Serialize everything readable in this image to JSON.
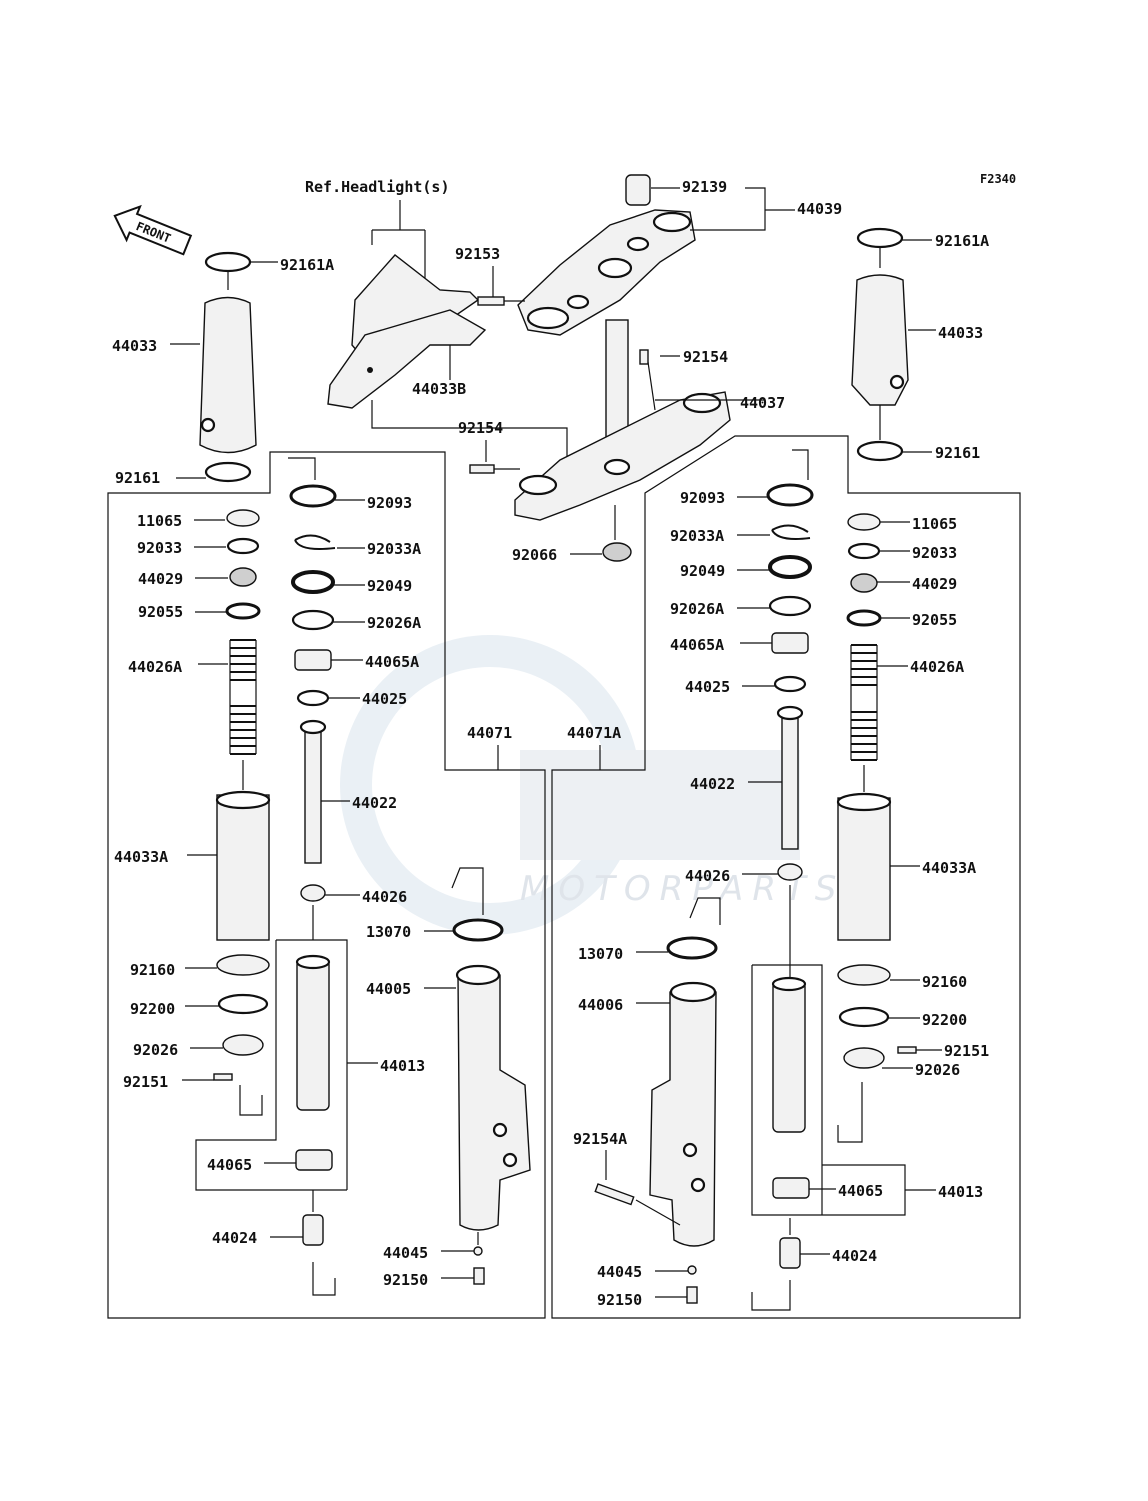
{
  "figure_code": "F2340",
  "front_label": "FRONT",
  "ref_label": "Ref.Headlight(s)",
  "watermark": "MOTORPARTS",
  "labels": {
    "p92139": "92139",
    "p44039": "44039",
    "p92153": "92153",
    "p92154a": "92154",
    "p92154b": "92154",
    "p44037": "44037",
    "p44033B": "44033B",
    "p92066": "92066",
    "l92161A": "92161A",
    "l44033": "44033",
    "l92161": "92161",
    "l11065": "11065",
    "l92033": "92033",
    "l44029": "44029",
    "l92055": "92055",
    "l44026A": "44026A",
    "l44033A": "44033A",
    "l92160": "92160",
    "l92200": "92200",
    "l92026": "92026",
    "l92151": "92151",
    "l44065": "44065",
    "l44024": "44024",
    "l92093": "92093",
    "l92033A": "92033A",
    "l92049": "92049",
    "l92026A": "92026A",
    "l44065A": "44065A",
    "l44025": "44025",
    "l44022": "44022",
    "l44026": "44026",
    "l13070": "13070",
    "l44005": "44005",
    "l44013": "44013",
    "l44045": "44045",
    "l92150": "92150",
    "l44071": "44071",
    "r44071A": "44071A",
    "r92093": "92093",
    "r92033A": "92033A",
    "r92049": "92049",
    "r92026A": "92026A",
    "r44065A": "44065A",
    "r44025": "44025",
    "r44022": "44022",
    "r44026": "44026",
    "r13070": "13070",
    "r44006": "44006",
    "r92154A": "92154A",
    "r44045": "44045",
    "r92150": "92150",
    "r92161A": "92161A",
    "r44033": "44033",
    "r92161": "92161",
    "r11065": "11065",
    "r92033": "92033",
    "r44029": "44029",
    "r92055": "92055",
    "r44026A": "44026A",
    "r44033A": "44033A",
    "r92160": "92160",
    "r92200": "92200",
    "r92151": "92151",
    "r92026": "92026",
    "r44065": "44065",
    "r44013": "44013",
    "r44024": "44024"
  }
}
